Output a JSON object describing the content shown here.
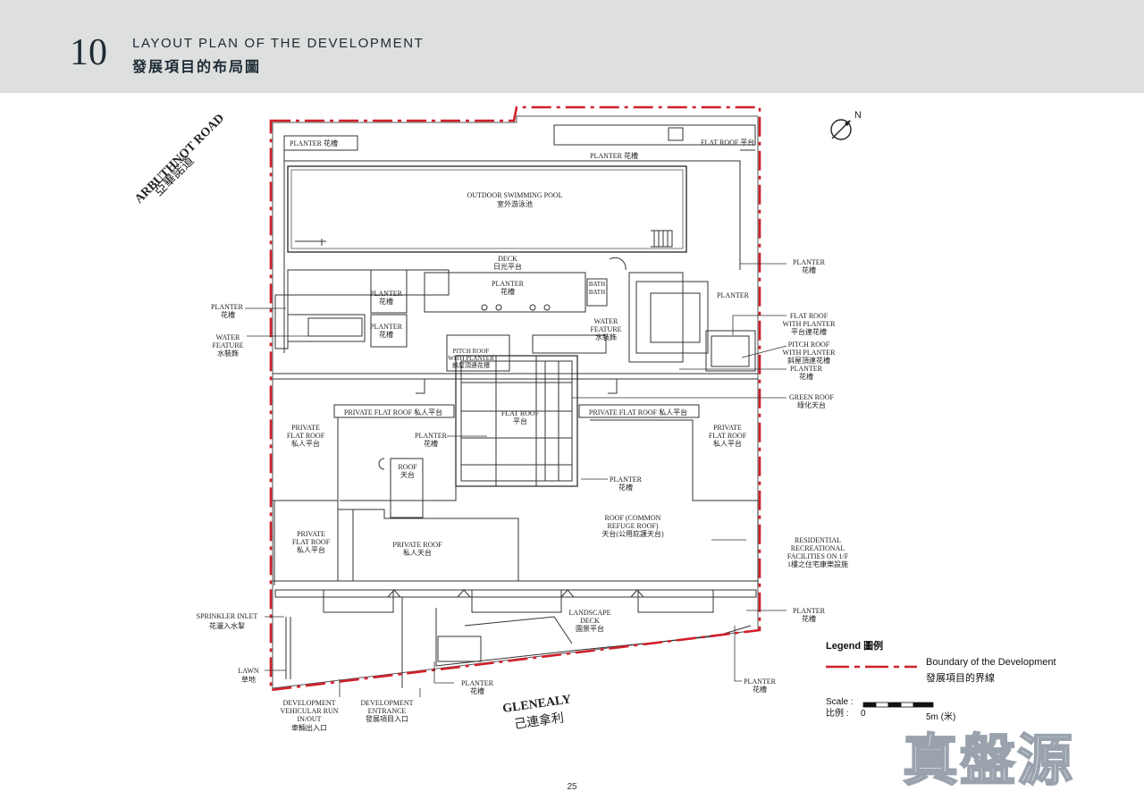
{
  "header": {
    "section_number": "10",
    "title_en": "LAYOUT PLAN OF THE DEVELOPMENT",
    "title_zh": "發展項目的布局圖"
  },
  "roads": {
    "arbuthnot_en": "ARBUTHNOT ROAD",
    "arbuthnot_zh": "亞畢諾道",
    "glenealy_en": "GLENEALY",
    "glenealy_zh": "己連拿利"
  },
  "compass": {
    "label": "N"
  },
  "labels": {
    "planter_top_left": "PLANTER 花槽",
    "planter_top": "PLANTER 花槽",
    "flat_roof_top": "FLAT ROOF 平台",
    "pool_en": "OUTDOOR SWIMMING POOL",
    "pool_zh": "室外游泳池",
    "deck_en": "DECK",
    "deck_zh": "日光平台",
    "planter_en": "PLANTER",
    "planter_zh": "花槽",
    "water_feature_en_1": "WATER",
    "water_feature_en_2": "FEATURE",
    "water_feature_zh": "水裝飾",
    "pitch_roof_1": "PITCH ROOF",
    "pitch_roof_2": "WITH PLANTER",
    "pitch_roof_zh": "斜屋頂連花槽",
    "flat_roof_en": "FLAT ROOF",
    "flat_roof_with_planter": "WITH PLANTER",
    "flat_roof_with_planter_zh": "平台連花槽",
    "green_roof_en": "GREEN ROOF",
    "green_roof_zh": "綠化天台",
    "private_flat_roof_banner": "PRIVATE FLAT ROOF 私人平台",
    "flat_roof_zh": "平台",
    "private_en": "PRIVATE",
    "flat_roof_caps": "FLAT ROOF",
    "private_flat_roof_zh": "私人平台",
    "roof_en": "ROOF",
    "roof_zh": "天台",
    "private_roof_en": "PRIVATE ROOF",
    "private_roof_zh": "私人天台",
    "refuge_1": "ROOF (COMMON",
    "refuge_2": "REFUGE ROOF)",
    "refuge_zh": "天台(公用庇護天台)",
    "residential_1": "RESIDENTIAL",
    "residential_2": "RECREATIONAL",
    "residential_3": "FACILITIES ON 1/F",
    "residential_zh": "1樓之住宅康樂設施",
    "landscape_1": "LANDSCAPE",
    "landscape_2": "DECK",
    "landscape_zh": "園景平台",
    "sprinkler_en": "SPRINKLER INLET",
    "sprinkler_zh": "花灑入水掣",
    "lawn_en": "LAWN",
    "lawn_zh": "草地",
    "vehicular_1": "DEVELOPMENT",
    "vehicular_2": "VEHICULAR RUN",
    "vehicular_3": "IN/OUT",
    "vehicular_zh": "車輛出入口",
    "entrance_1": "DEVELOPMENT",
    "entrance_2": "ENTRANCE",
    "entrance_zh": "發展項目入口",
    "bath_1": "BATH",
    "bath_2": "BATH"
  },
  "legend": {
    "title": "Legend 圖例",
    "boundary_en": "Boundary of the Development",
    "boundary_zh": "發展項目的界線",
    "boundary_color": "#d0202a",
    "scale_en": "Scale :",
    "scale_zh": "比例 :",
    "scale_start": "0",
    "scale_end": "5m (米)"
  },
  "watermark": "真盤源",
  "page_number": "25"
}
